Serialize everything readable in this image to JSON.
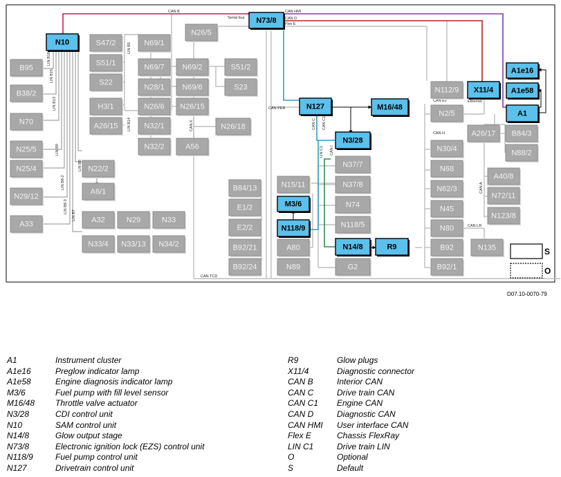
{
  "figure_ref": "D07.10-0070-79",
  "colors": {
    "active_fill": "#5bc0eb",
    "inactive_fill": "#a8a8a8",
    "inactive_stroke": "#8c8c8c",
    "can_b": "#d4145a",
    "can_hmi": "#7b3fa0",
    "can_d": "#b22222",
    "can_c": "#2e9fc4",
    "lin": "#2e8b57",
    "bus_grey": "#bdbdbd"
  },
  "bus_labels": {
    "can_b": "CAN B",
    "serial_bus": "Serial bus",
    "can_hmi": "CAN HMI",
    "can_d": "CAN D",
    "flex_e": "Flex E",
    "can_per": "CAN PER",
    "can_c": "CAN C",
    "can_c1": "CAN C1",
    "lin_c1": "LIN C1",
    "can_i": "CAN I",
    "can_h": "CAN H",
    "can_a": "CAN A",
    "can_lr": "CAN LR",
    "can_tcd": "CAN TCD",
    "can_e2": "CAN E2",
    "ethernet": "Ethernet",
    "can_k": "CAN K",
    "lin_b14": "LIN B14",
    "lin_b5": "LIN B5",
    "lin_b16": "LIN B16",
    "lin_b15": "LIN B15",
    "lin_b13": "LIN B13",
    "lin_b9": "LIN B9",
    "lin_b8": "LIN B8",
    "lin_b82": "LIN B8-2",
    "lin_b83": "LIN B8-3",
    "lin_b7": "LIN B7"
  },
  "nodes": [
    {
      "id": "n10",
      "label": "N10",
      "active": true
    },
    {
      "id": "n738",
      "label": "N73/8",
      "active": true
    },
    {
      "id": "n127",
      "label": "N127",
      "active": true
    },
    {
      "id": "m1648",
      "label": "M16/48",
      "active": true
    },
    {
      "id": "n328",
      "label": "N3/28",
      "active": true
    },
    {
      "id": "m36",
      "label": "M3/6",
      "active": true
    },
    {
      "id": "n1189",
      "label": "N118/9",
      "active": true
    },
    {
      "id": "n148",
      "label": "N14/8",
      "active": true
    },
    {
      "id": "r9",
      "label": "R9",
      "active": true
    },
    {
      "id": "x114",
      "label": "X11/4",
      "active": true
    },
    {
      "id": "a1",
      "label": "A1",
      "active": true
    },
    {
      "id": "a1e16",
      "label": "A1e16",
      "active": true
    },
    {
      "id": "a1e58",
      "label": "A1e58",
      "active": true
    },
    {
      "id": "b95",
      "label": "B95",
      "active": false
    },
    {
      "id": "b382",
      "label": "B38/2",
      "active": false
    },
    {
      "id": "n70",
      "label": "N70",
      "active": false
    },
    {
      "id": "n255",
      "label": "N25/5",
      "active": false
    },
    {
      "id": "n254",
      "label": "N25/4",
      "active": false
    },
    {
      "id": "n2912",
      "label": "N29/12",
      "active": false
    },
    {
      "id": "a33",
      "label": "A33",
      "active": false
    },
    {
      "id": "s472",
      "label": "S47/2",
      "active": false
    },
    {
      "id": "s511",
      "label": "S51/1",
      "active": false
    },
    {
      "id": "s22",
      "label": "S22",
      "active": false
    },
    {
      "id": "h31",
      "label": "H3/1",
      "active": false
    },
    {
      "id": "a2615",
      "label": "A26/15",
      "active": false
    },
    {
      "id": "n691",
      "label": "N69/1",
      "active": false
    },
    {
      "id": "n697",
      "label": "N69/7",
      "active": false
    },
    {
      "id": "n281",
      "label": "N28/1",
      "active": false
    },
    {
      "id": "n266",
      "label": "N26/6",
      "active": false
    },
    {
      "id": "n321",
      "label": "N32/1",
      "active": false
    },
    {
      "id": "n322",
      "label": "N32/2",
      "active": false
    },
    {
      "id": "n692",
      "label": "N69/2",
      "active": false
    },
    {
      "id": "n696",
      "label": "N69/6",
      "active": false
    },
    {
      "id": "n2615",
      "label": "N26/15",
      "active": false
    },
    {
      "id": "s512",
      "label": "S51/2",
      "active": false
    },
    {
      "id": "s23",
      "label": "S23",
      "active": false
    },
    {
      "id": "n2618",
      "label": "N26/18",
      "active": false
    },
    {
      "id": "a56",
      "label": "A56",
      "active": false
    },
    {
      "id": "n265",
      "label": "N26/5",
      "active": false
    },
    {
      "id": "n222",
      "label": "N22/2",
      "active": false
    },
    {
      "id": "a61",
      "label": "A6/1",
      "active": false
    },
    {
      "id": "a32",
      "label": "A32",
      "active": false
    },
    {
      "id": "n29",
      "label": "N29",
      "active": false
    },
    {
      "id": "n33",
      "label": "N33",
      "active": false
    },
    {
      "id": "n334",
      "label": "N33/4",
      "active": false
    },
    {
      "id": "n3313",
      "label": "N33/13",
      "active": false
    },
    {
      "id": "n342",
      "label": "N34/2",
      "active": false
    },
    {
      "id": "b8413",
      "label": "B84/13",
      "active": false
    },
    {
      "id": "e12",
      "label": "E1/2",
      "active": false
    },
    {
      "id": "e22",
      "label": "E2/2",
      "active": false
    },
    {
      "id": "b9221",
      "label": "B92/21",
      "active": false
    },
    {
      "id": "b9224",
      "label": "B92/24",
      "active": false
    },
    {
      "id": "n1511",
      "label": "N15/11",
      "active": false
    },
    {
      "id": "a80",
      "label": "A80",
      "active": false
    },
    {
      "id": "n89",
      "label": "N89",
      "active": false
    },
    {
      "id": "n377",
      "label": "N37/7",
      "active": false
    },
    {
      "id": "n378",
      "label": "N37/8",
      "active": false
    },
    {
      "id": "n74",
      "label": "N74",
      "active": false
    },
    {
      "id": "n1185",
      "label": "N118/5",
      "active": false
    },
    {
      "id": "g2",
      "label": "G2",
      "active": false
    },
    {
      "id": "n1129",
      "label": "N112/9",
      "active": false
    },
    {
      "id": "n25",
      "label": "N2/5",
      "active": false
    },
    {
      "id": "n304",
      "label": "N30/4",
      "active": false
    },
    {
      "id": "n68",
      "label": "N68",
      "active": false
    },
    {
      "id": "n623",
      "label": "N62/3",
      "active": false
    },
    {
      "id": "n45",
      "label": "N45",
      "active": false
    },
    {
      "id": "n80",
      "label": "N80",
      "active": false
    },
    {
      "id": "b92",
      "label": "B92",
      "active": false
    },
    {
      "id": "b921",
      "label": "B92/1",
      "active": false
    },
    {
      "id": "a2617",
      "label": "A26/17",
      "active": false
    },
    {
      "id": "b843",
      "label": "B84/3",
      "active": false
    },
    {
      "id": "n882",
      "label": "N88/2",
      "active": false
    },
    {
      "id": "a408",
      "label": "A40/8",
      "active": false
    },
    {
      "id": "n7211",
      "label": "N72/11",
      "active": false
    },
    {
      "id": "n1238",
      "label": "N123/8",
      "active": false
    },
    {
      "id": "n135",
      "label": "N135",
      "active": false
    }
  ],
  "key": {
    "s": "S",
    "o": "O"
  },
  "legend_left": [
    {
      "code": "A1",
      "desc": "Instrument cluster"
    },
    {
      "code": "A1e16",
      "desc": "Preglow indicator lamp"
    },
    {
      "code": "A1e58",
      "desc": "Engine diagnosis indicator lamp"
    },
    {
      "code": "M3/6",
      "desc": "Fuel pump with fill level sensor"
    },
    {
      "code": "M16/48",
      "desc": "Throttle valve actuator"
    },
    {
      "code": "N3/28",
      "desc": "CDI control unit"
    },
    {
      "code": "N10",
      "desc": "SAM control unit"
    },
    {
      "code": "N14/8",
      "desc": "Glow output stage"
    },
    {
      "code": "N73/8",
      "desc": "Electronic ignition lock (EZS) control unit"
    },
    {
      "code": "N118/9",
      "desc": "Fuel pump control unit"
    },
    {
      "code": "N127",
      "desc": "Drivetrain control unit"
    }
  ],
  "legend_right": [
    {
      "code": "R9",
      "desc": "Glow plugs"
    },
    {
      "code": "X11/4",
      "desc": "Diagnostic connector"
    },
    {
      "code": "CAN B",
      "desc": "Interior CAN"
    },
    {
      "code": "CAN C",
      "desc": "Drive train CAN"
    },
    {
      "code": "CAN C1",
      "desc": "Engine CAN"
    },
    {
      "code": "CAN D",
      "desc": "Diagnostic CAN"
    },
    {
      "code": "CAN HMI",
      "desc": "User interface CAN"
    },
    {
      "code": "Flex E",
      "desc": "Chassis FlexRay"
    },
    {
      "code": "LIN C1",
      "desc": "Drive train LIN"
    },
    {
      "code": "O",
      "desc": "Optional"
    },
    {
      "code": "S",
      "desc": "Default"
    }
  ]
}
